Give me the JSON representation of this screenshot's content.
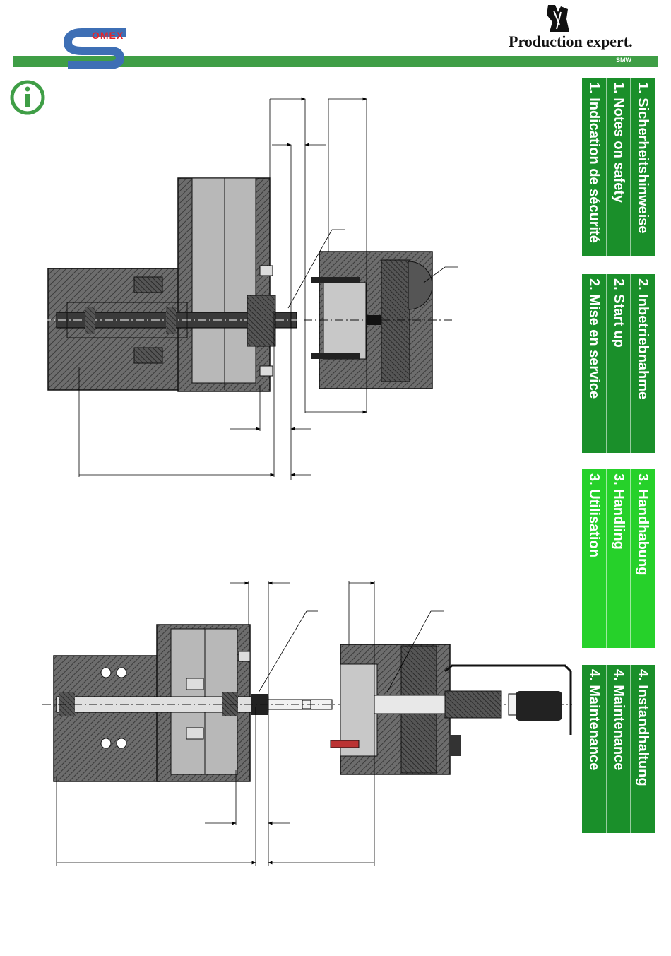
{
  "header": {
    "logo_text": "OMEX",
    "tagline": "Production expert.",
    "page_code": "SMW",
    "accent_color": "#3f9e46",
    "logo_color": "#3e6fb5"
  },
  "info_icon": "info-circle-icon",
  "tabs": [
    {
      "lines": [
        "1. Indication de sécurité",
        "1. Notes on safety",
        "1. Sicherheitshinweise"
      ],
      "active": false
    },
    {
      "lines": [
        "2. Mise en service",
        "2. Start up",
        "2. Inbetriebnahme"
      ],
      "active": false
    },
    {
      "lines": [
        "3. Utilisation",
        "3. Handling",
        "3. Handhabung"
      ],
      "active": true
    },
    {
      "lines": [
        "4. Maintenance",
        "4. Maintenance",
        "4. Instandhaltung"
      ],
      "active": false
    }
  ]
}
